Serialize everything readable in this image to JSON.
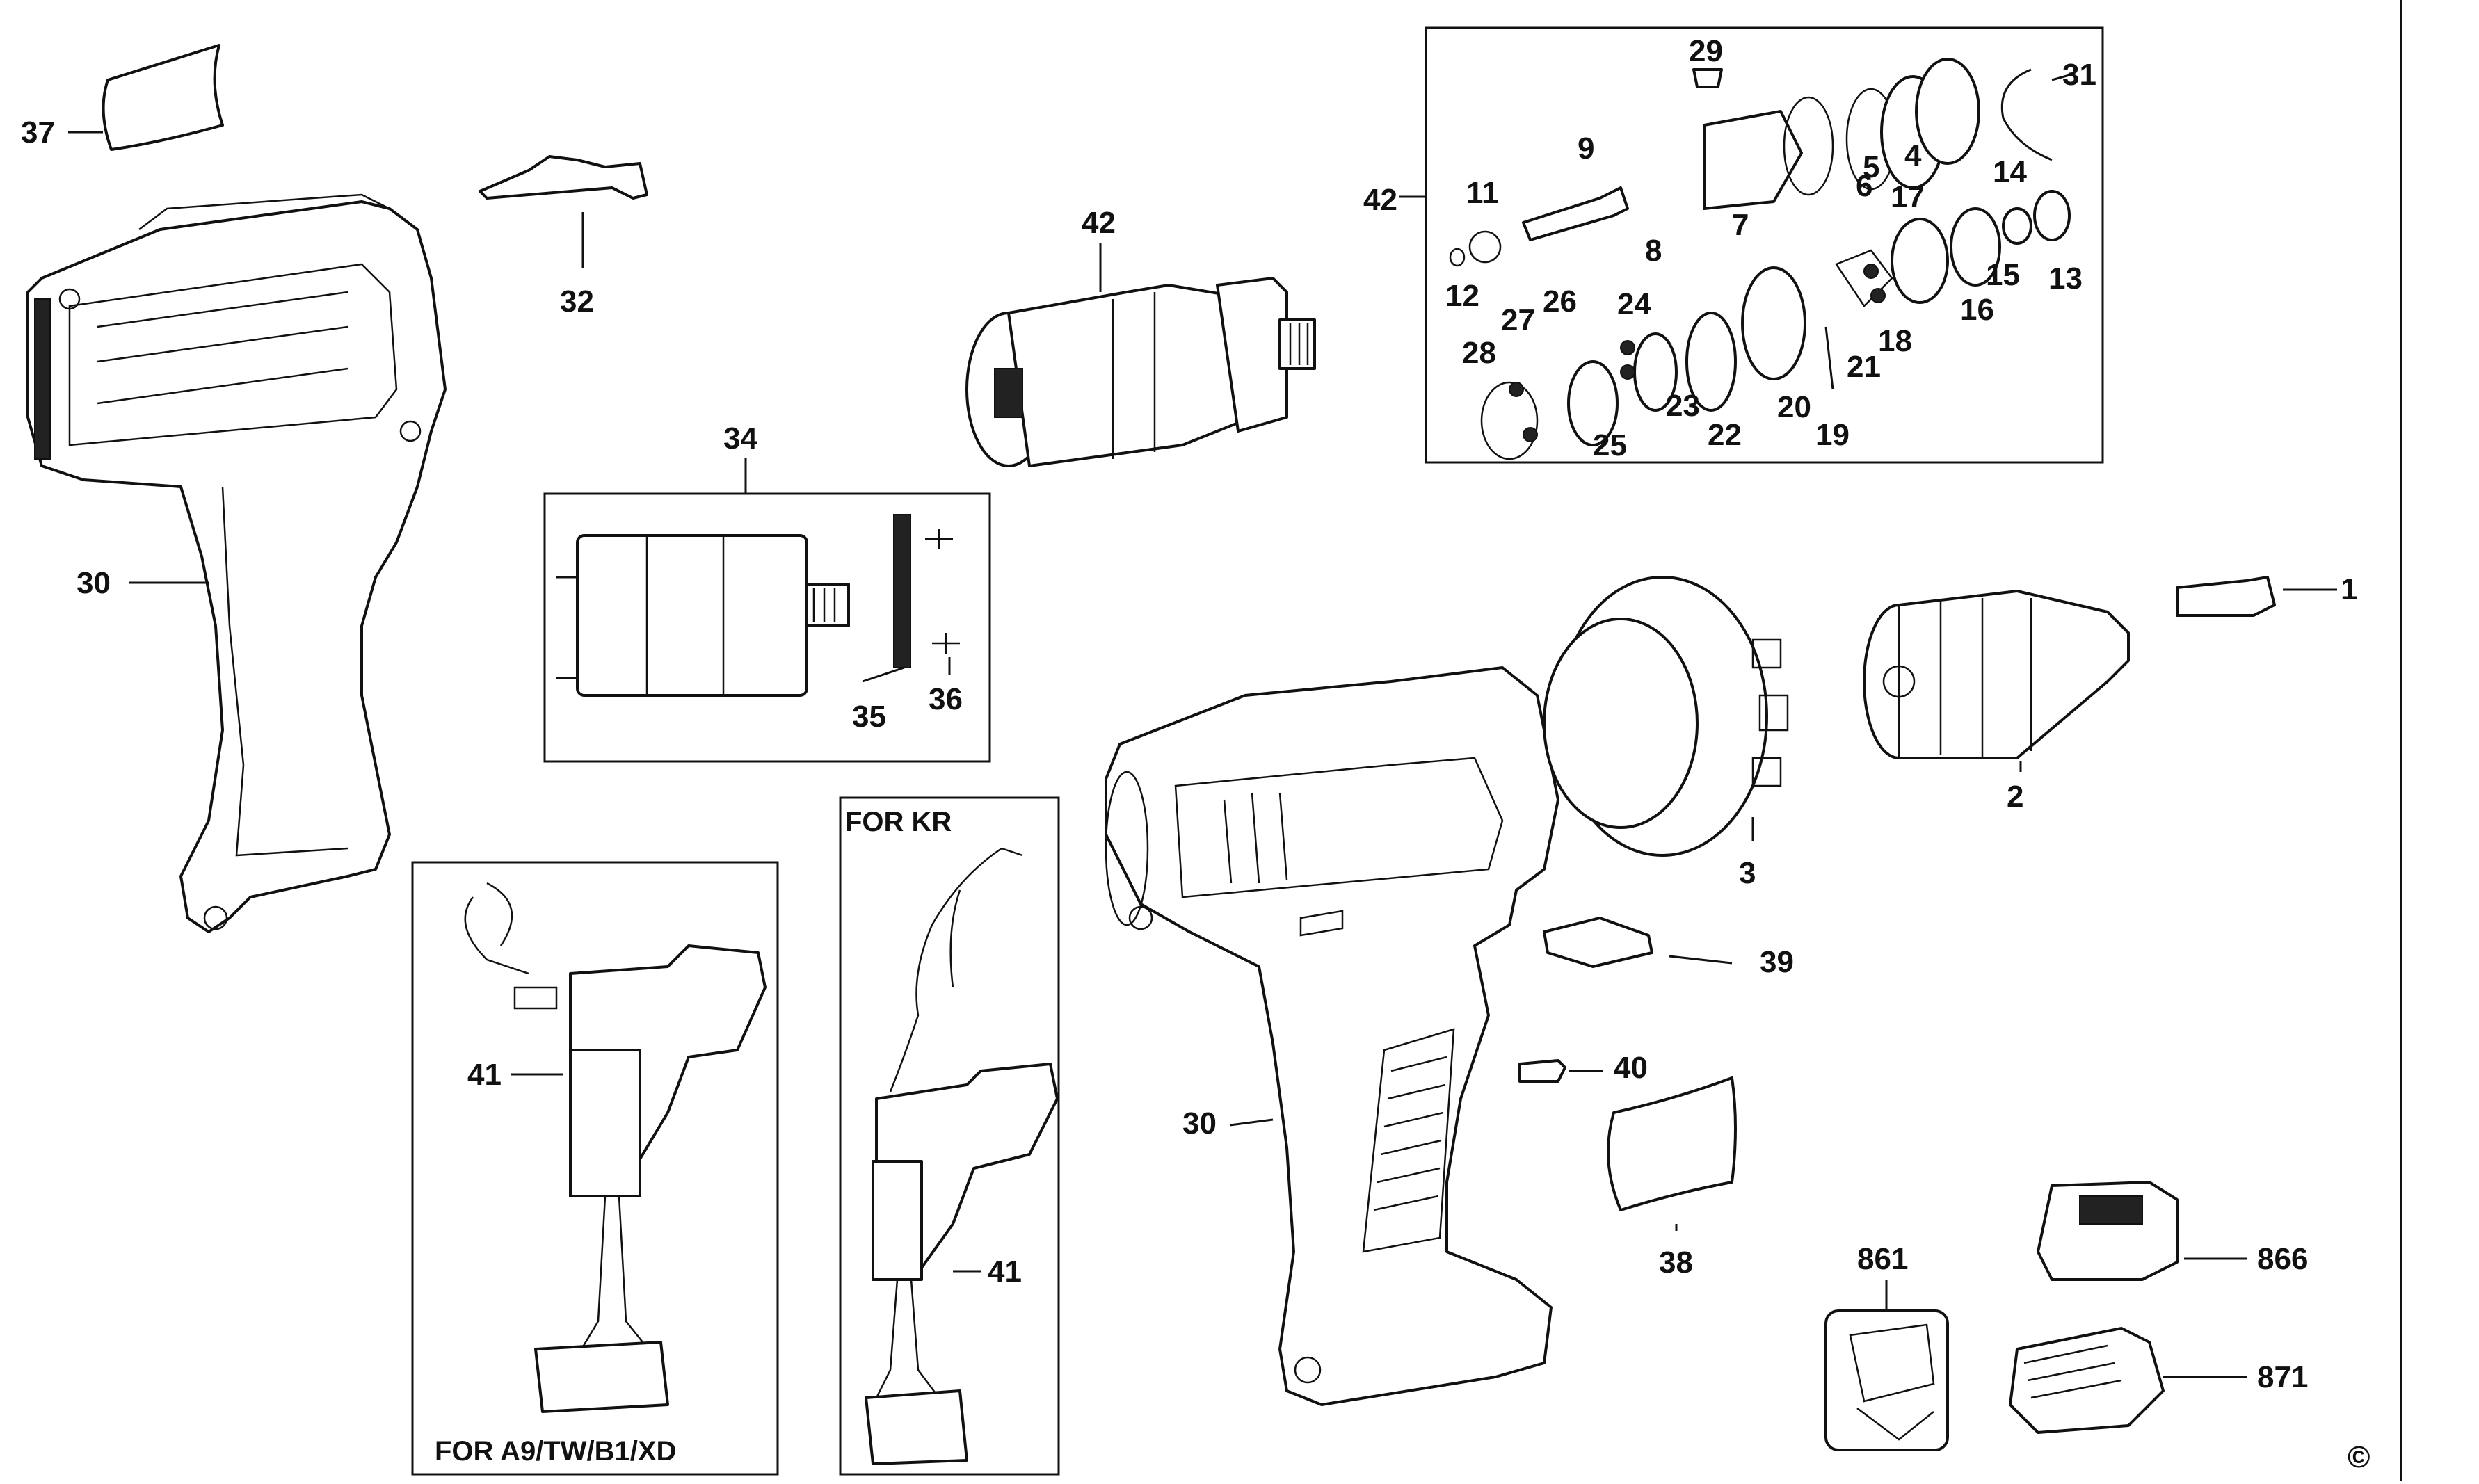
{
  "diagram": {
    "labels": {
      "l1": "1",
      "l2": "2",
      "l3": "3",
      "l4": "4",
      "l5": "5",
      "l6": "6",
      "l7": "7",
      "l8": "8",
      "l9": "9",
      "l11": "11",
      "l12": "12",
      "l13": "13",
      "l14": "14",
      "l15": "15",
      "l16": "16",
      "l17": "17",
      "l18": "18",
      "l19": "19",
      "l20": "20",
      "l21": "21",
      "l22": "22",
      "l23": "23",
      "l24": "24",
      "l25": "25",
      "l26": "26",
      "l27": "27",
      "l28": "28",
      "l29": "29",
      "l30a": "30",
      "l30b": "30",
      "l31": "31",
      "l32": "32",
      "l34": "34",
      "l35": "35",
      "l36": "36",
      "l37": "37",
      "l38": "38",
      "l39": "39",
      "l40": "40",
      "l41a": "41",
      "l41b": "41",
      "l42a": "42",
      "l42b": "42",
      "l861": "861",
      "l866": "866",
      "l871": "871"
    },
    "captions": {
      "for_kr": "FOR KR",
      "for_a9": "FOR A9/TW/B1/XD"
    },
    "copyright": "©"
  }
}
